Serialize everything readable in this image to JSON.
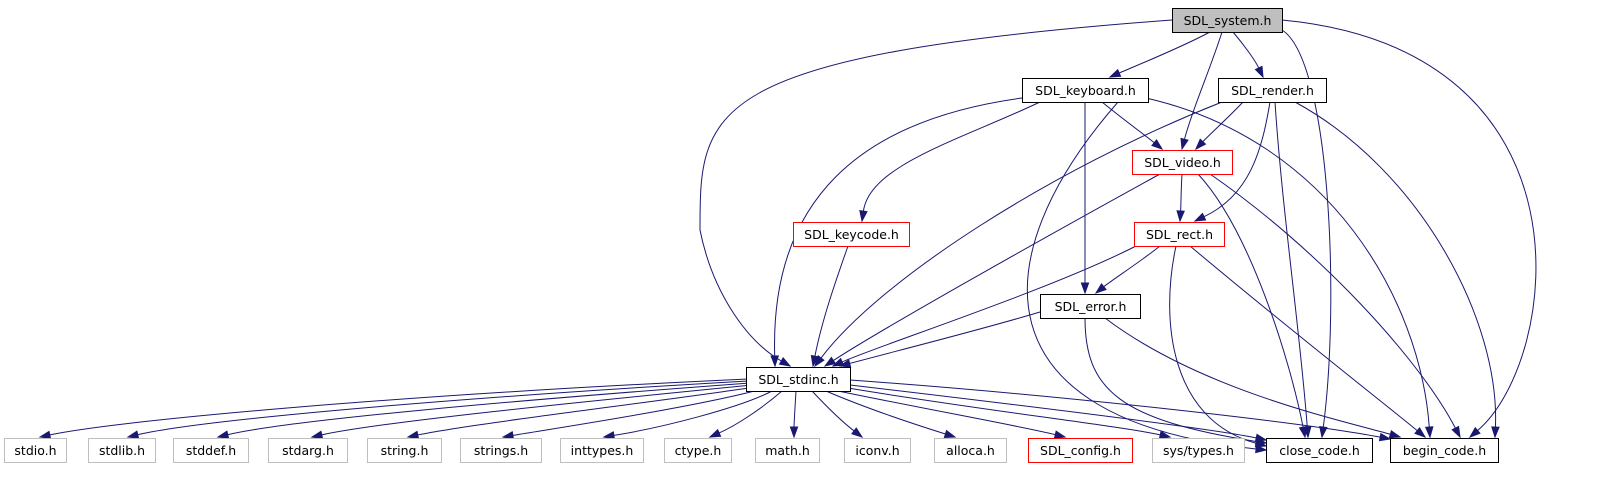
{
  "title": "",
  "colors": {
    "edge": "#191970",
    "root_fill": "#bfbfbf",
    "normal_border": "#000000",
    "missing_border": "#ff0000",
    "external_border": "#bfbfbf"
  },
  "nodes": [
    {
      "id": "sdl_system",
      "label": "SDL_system.h",
      "style": "root"
    },
    {
      "id": "sdl_keyboard",
      "label": "SDL_keyboard.h",
      "style": "normal"
    },
    {
      "id": "sdl_render",
      "label": "SDL_render.h",
      "style": "normal"
    },
    {
      "id": "sdl_video",
      "label": "SDL_video.h",
      "style": "red"
    },
    {
      "id": "sdl_keycode",
      "label": "SDL_keycode.h",
      "style": "red"
    },
    {
      "id": "sdl_rect",
      "label": "SDL_rect.h",
      "style": "red"
    },
    {
      "id": "sdl_error",
      "label": "SDL_error.h",
      "style": "normal"
    },
    {
      "id": "sdl_stdinc",
      "label": "SDL_stdinc.h",
      "style": "normal"
    },
    {
      "id": "stdio",
      "label": "stdio.h",
      "style": "gray"
    },
    {
      "id": "stdlib",
      "label": "stdlib.h",
      "style": "gray"
    },
    {
      "id": "stddef",
      "label": "stddef.h",
      "style": "gray"
    },
    {
      "id": "stdarg",
      "label": "stdarg.h",
      "style": "gray"
    },
    {
      "id": "string",
      "label": "string.h",
      "style": "gray"
    },
    {
      "id": "strings",
      "label": "strings.h",
      "style": "gray"
    },
    {
      "id": "inttypes",
      "label": "inttypes.h",
      "style": "gray"
    },
    {
      "id": "ctype",
      "label": "ctype.h",
      "style": "gray"
    },
    {
      "id": "math",
      "label": "math.h",
      "style": "gray"
    },
    {
      "id": "iconv",
      "label": "iconv.h",
      "style": "gray"
    },
    {
      "id": "alloca",
      "label": "alloca.h",
      "style": "gray"
    },
    {
      "id": "sdl_config",
      "label": "SDL_config.h",
      "style": "red"
    },
    {
      "id": "systypes",
      "label": "sys/types.h",
      "style": "gray"
    },
    {
      "id": "close_code",
      "label": "close_code.h",
      "style": "normal"
    },
    {
      "id": "begin_code",
      "label": "begin_code.h",
      "style": "normal"
    }
  ],
  "edges": [
    [
      "sdl_system",
      "sdl_keyboard"
    ],
    [
      "sdl_system",
      "sdl_render"
    ],
    [
      "sdl_system",
      "sdl_video"
    ],
    [
      "sdl_system",
      "sdl_stdinc"
    ],
    [
      "sdl_system",
      "close_code"
    ],
    [
      "sdl_system",
      "begin_code"
    ],
    [
      "sdl_keyboard",
      "sdl_video"
    ],
    [
      "sdl_keyboard",
      "sdl_keycode"
    ],
    [
      "sdl_keyboard",
      "sdl_stdinc"
    ],
    [
      "sdl_keyboard",
      "sdl_error"
    ],
    [
      "sdl_keyboard",
      "close_code"
    ],
    [
      "sdl_keyboard",
      "begin_code"
    ],
    [
      "sdl_render",
      "sdl_video"
    ],
    [
      "sdl_render",
      "sdl_rect"
    ],
    [
      "sdl_render",
      "sdl_stdinc"
    ],
    [
      "sdl_render",
      "close_code"
    ],
    [
      "sdl_render",
      "begin_code"
    ],
    [
      "sdl_video",
      "sdl_rect"
    ],
    [
      "sdl_video",
      "sdl_stdinc"
    ],
    [
      "sdl_video",
      "close_code"
    ],
    [
      "sdl_video",
      "begin_code"
    ],
    [
      "sdl_keycode",
      "sdl_stdinc"
    ],
    [
      "sdl_rect",
      "sdl_error"
    ],
    [
      "sdl_rect",
      "sdl_stdinc"
    ],
    [
      "sdl_rect",
      "close_code"
    ],
    [
      "sdl_rect",
      "begin_code"
    ],
    [
      "sdl_error",
      "sdl_stdinc"
    ],
    [
      "sdl_error",
      "close_code"
    ],
    [
      "sdl_error",
      "begin_code"
    ],
    [
      "sdl_stdinc",
      "stdio"
    ],
    [
      "sdl_stdinc",
      "stdlib"
    ],
    [
      "sdl_stdinc",
      "stddef"
    ],
    [
      "sdl_stdinc",
      "stdarg"
    ],
    [
      "sdl_stdinc",
      "string"
    ],
    [
      "sdl_stdinc",
      "strings"
    ],
    [
      "sdl_stdinc",
      "inttypes"
    ],
    [
      "sdl_stdinc",
      "ctype"
    ],
    [
      "sdl_stdinc",
      "math"
    ],
    [
      "sdl_stdinc",
      "iconv"
    ],
    [
      "sdl_stdinc",
      "alloca"
    ],
    [
      "sdl_stdinc",
      "sdl_config"
    ],
    [
      "sdl_stdinc",
      "systypes"
    ],
    [
      "sdl_stdinc",
      "close_code"
    ],
    [
      "sdl_stdinc",
      "begin_code"
    ]
  ]
}
